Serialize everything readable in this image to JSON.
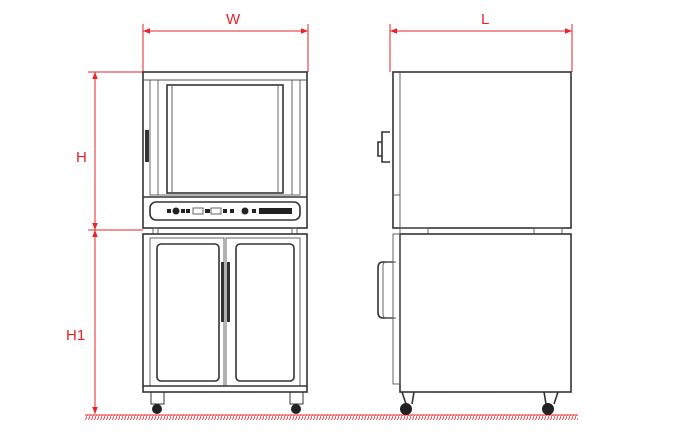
{
  "dimensions": {
    "width_label": "W",
    "length_label": "L",
    "height_label": "H",
    "stand_height_label": "H1"
  },
  "colors": {
    "dimension": "#e8232a",
    "outline": "#333333"
  }
}
